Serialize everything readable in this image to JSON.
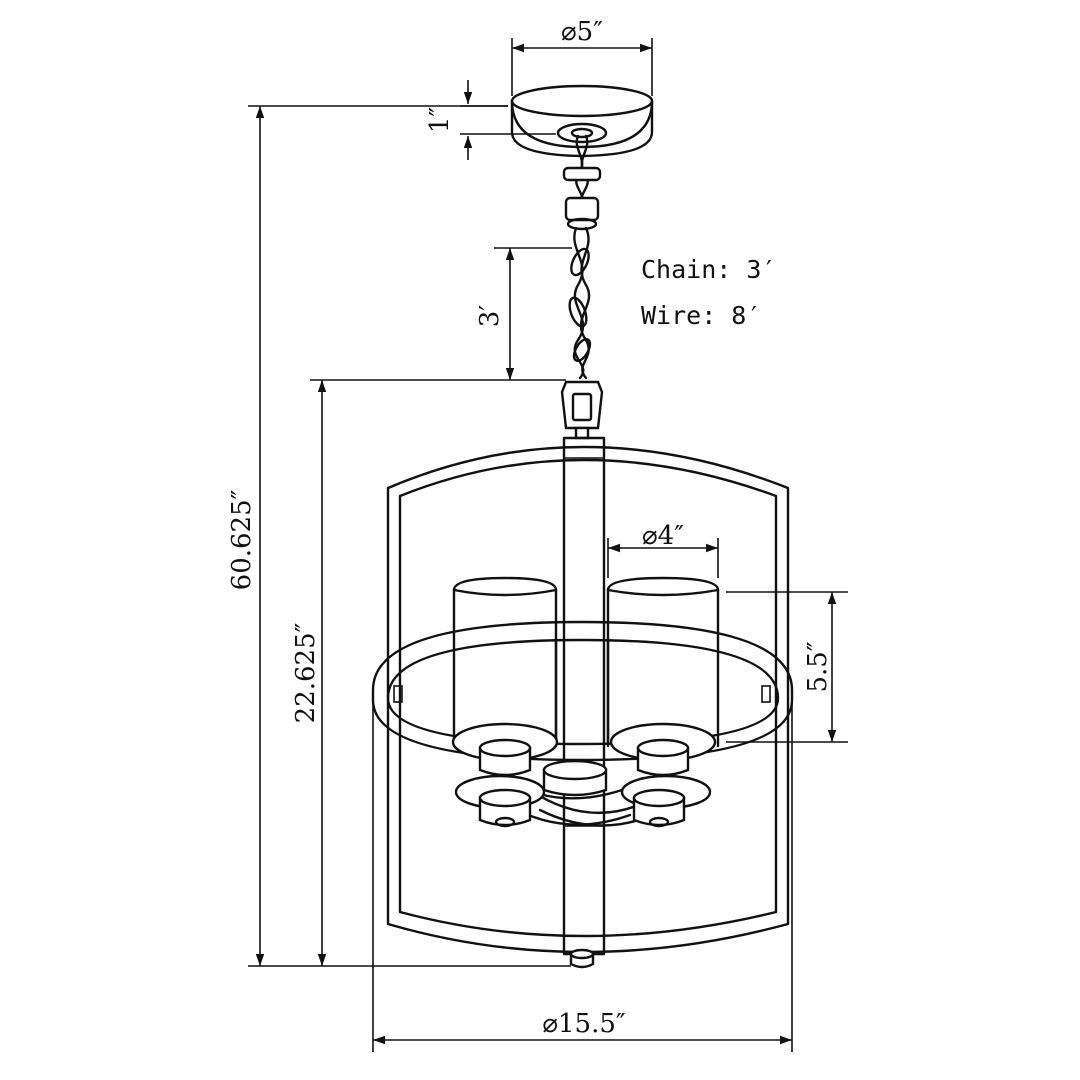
{
  "dimensions": {
    "canopy_diameter": "⌀5″",
    "canopy_height": "1″",
    "chain_length": "3′",
    "overall_height": "60.625″",
    "body_height": "22.625″",
    "shade_diameter": "⌀4″",
    "shade_height": "5.5″",
    "body_diameter": "⌀15.5″"
  },
  "notes": {
    "chain": "Chain: 3′",
    "wire": "Wire: 8′"
  },
  "colors": {
    "line": "#111111",
    "background": "#ffffff"
  }
}
